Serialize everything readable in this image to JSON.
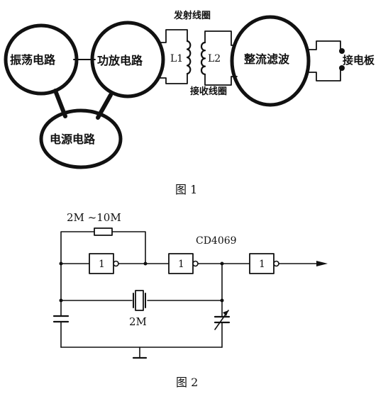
{
  "figure1": {
    "oscillator": "振荡电路",
    "amplifier": "功放电路",
    "power": "电源电路",
    "rectifier": "整流滤波",
    "transmit_coil": "发射线圈",
    "receive_coil": "接收线圈",
    "l1": "L1",
    "l2": "L2",
    "terminal": "接电板",
    "caption": "图 1"
  },
  "figure2": {
    "resistor": "2M ~10M",
    "ic": "CD4069",
    "gate1": "1",
    "gate2": "1",
    "gate3": "1",
    "crystal": "2M",
    "caption": "图 2"
  }
}
